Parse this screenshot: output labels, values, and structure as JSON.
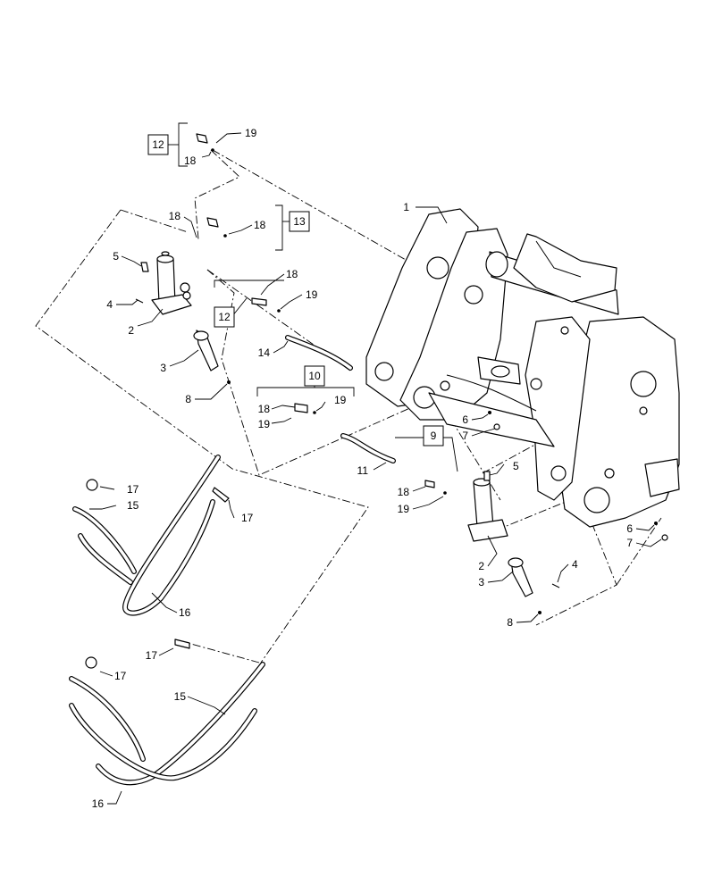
{
  "callouts": {
    "c1": "1",
    "c2a": "2",
    "c2b": "2",
    "c3a": "3",
    "c3b": "3",
    "c4a": "4",
    "c4b": "4",
    "c5a": "5",
    "c5b": "5",
    "c6a": "6",
    "c6b": "6",
    "c7a": "7",
    "c7b": "7",
    "c8a": "8",
    "c8b": "8",
    "c11": "11",
    "c14": "14",
    "c15a": "15",
    "c15b": "15",
    "c16a": "16",
    "c16b": "16",
    "c17a": "17",
    "c17b": "17",
    "c17c": "17",
    "c17d": "17",
    "c18a": "18",
    "c18b": "18",
    "c18c": "18",
    "c18d": "18",
    "c18e": "18",
    "c18f": "18",
    "c19a": "19",
    "c19b": "19",
    "c19c": "19",
    "c19d": "19",
    "c19e": "19"
  },
  "kits": {
    "k9": "9",
    "k10": "10",
    "k12a": "12",
    "k12b": "12",
    "k13": "13"
  }
}
